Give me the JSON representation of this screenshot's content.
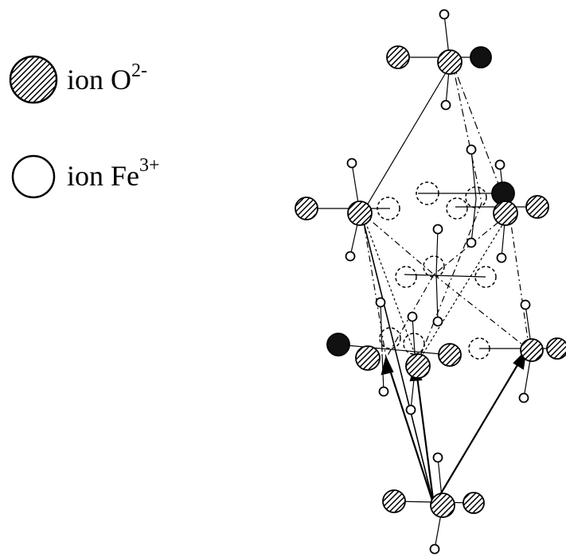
{
  "legend": {
    "oxygen": {
      "prefix": "ion O",
      "charge": "2-"
    },
    "iron": {
      "prefix": "ion  Fe",
      "charge": "3+"
    }
  },
  "colors": {
    "ink": "#000000",
    "hatch_fill": "#888888",
    "background": "#ffffff"
  },
  "icons": [
    "hatched-circle-icon",
    "open-circle-icon"
  ]
}
